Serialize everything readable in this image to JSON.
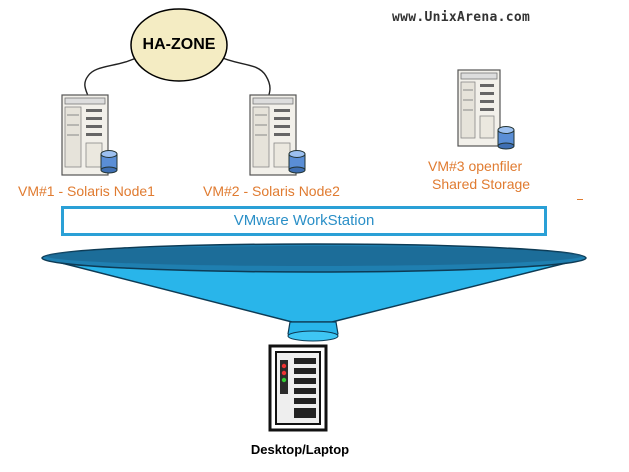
{
  "site_url": "www.UnixArena.com",
  "ha_zone_label": "HA-ZONE",
  "vms": {
    "vm1": {
      "label": "VM#1 - Solaris Node1"
    },
    "vm2": {
      "label": "VM#2 - Solaris Node2"
    },
    "vm3": {
      "label_line1": "VM#3  openfiler",
      "label_line2": "Shared Storage"
    }
  },
  "virtualization_layer": "VMware WorkStation",
  "host_label": "Desktop/Laptop",
  "colors": {
    "vm_label": "#e07b30",
    "vmware_border": "#2aa0d6",
    "vmware_text": "#2a8fc7",
    "funnel_fill": "#29b5ea",
    "funnel_dark": "#1a5e86",
    "ha_zone_fill": "#f4ecc3"
  }
}
